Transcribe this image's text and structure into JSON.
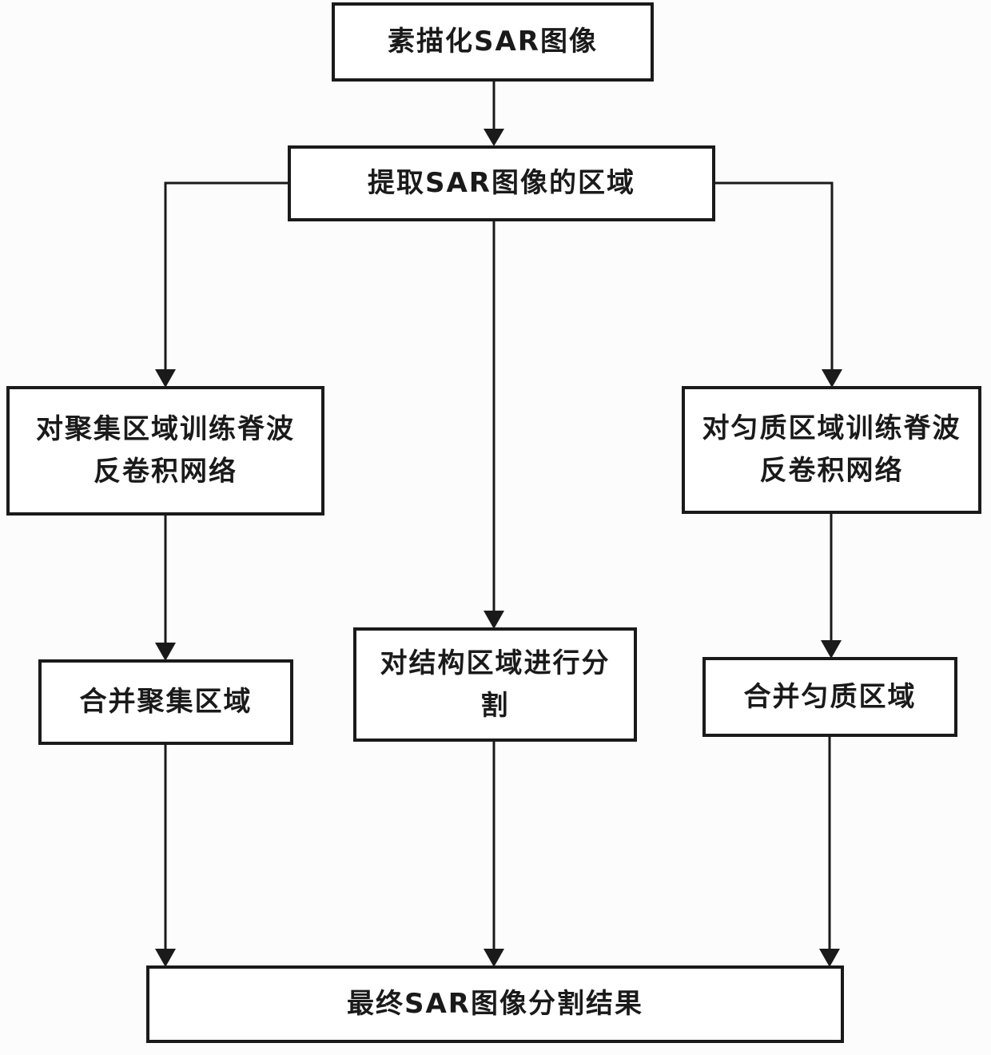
{
  "diagram": {
    "type": "flowchart",
    "colors": {
      "line": "#1a1a1a",
      "text": "#1a1a1a",
      "node_background": "#ffffff",
      "page_background": "#fcfcfc"
    },
    "nodes": {
      "sketch": {
        "lines": [
          "素描化SAR图像"
        ]
      },
      "extract": {
        "lines": [
          "提取SAR图像的区域"
        ]
      },
      "train_aggregate": {
        "lines": [
          "对聚集区域训练脊波",
          "反卷积网络"
        ]
      },
      "train_homogeneous": {
        "lines": [
          "对匀质区域训练脊波",
          "反卷积网络"
        ]
      },
      "segment_structure": {
        "lines": [
          "对结构区域进行分",
          "割"
        ]
      },
      "merge_aggregate": {
        "lines": [
          "合并聚集区域"
        ]
      },
      "merge_homogeneous": {
        "lines": [
          "合并匀质区域"
        ]
      },
      "final_result": {
        "lines": [
          "最终SAR图像分割结果"
        ]
      }
    },
    "edges": [
      {
        "from": "sketch",
        "to": "extract"
      },
      {
        "from": "extract",
        "to": "train_aggregate"
      },
      {
        "from": "extract",
        "to": "segment_structure"
      },
      {
        "from": "extract",
        "to": "train_homogeneous"
      },
      {
        "from": "train_aggregate",
        "to": "merge_aggregate"
      },
      {
        "from": "train_homogeneous",
        "to": "merge_homogeneous"
      },
      {
        "from": "merge_aggregate",
        "to": "final_result"
      },
      {
        "from": "segment_structure",
        "to": "final_result"
      },
      {
        "from": "merge_homogeneous",
        "to": "final_result"
      }
    ]
  }
}
